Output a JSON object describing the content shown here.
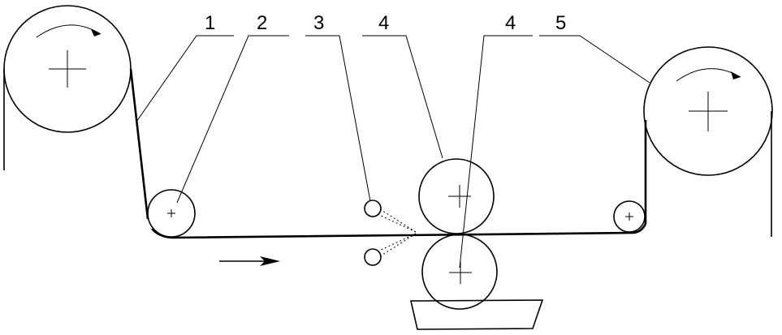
{
  "diagram": {
    "callouts": [
      {
        "id": "callout-1",
        "text": "1"
      },
      {
        "id": "callout-2",
        "text": "2"
      },
      {
        "id": "callout-3",
        "text": "3"
      },
      {
        "id": "callout-4a",
        "text": "4"
      },
      {
        "id": "callout-4b",
        "text": "4"
      },
      {
        "id": "callout-5",
        "text": "5"
      }
    ],
    "colors": {
      "ink": "#000000",
      "paper": "#ffffff"
    }
  }
}
